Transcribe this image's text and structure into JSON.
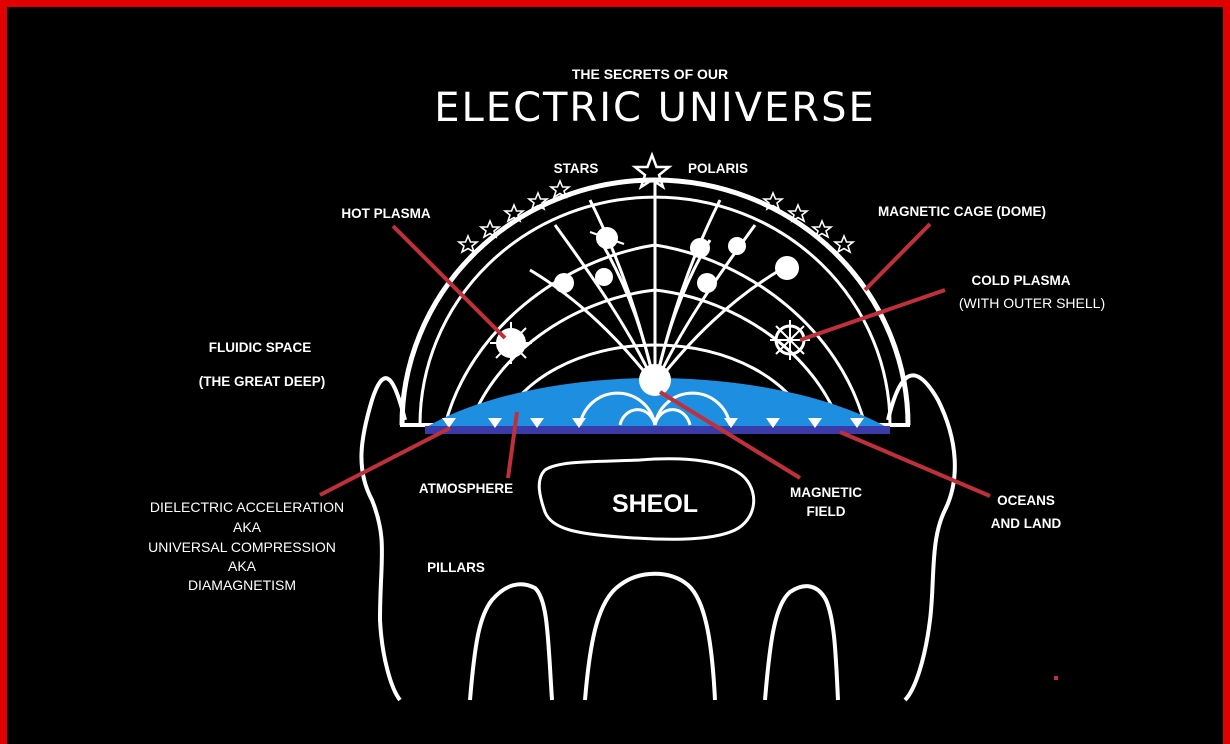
{
  "title": {
    "top": "THE SECRETS OF OUR",
    "main": "ELECTRIC UNIVERSE"
  },
  "labels": {
    "stars": "STARS",
    "polaris": "POLARIS",
    "hot_plasma": "HOT PLASMA",
    "magnetic_cage": "MAGNETIC CAGE (DOME)",
    "cold_plasma": "COLD PLASMA",
    "cold_plasma_sub": "(WITH OUTER SHELL)",
    "fluidic_space": "FLUIDIC SPACE",
    "fluidic_space_sub": "(THE GREAT DEEP)",
    "atmosphere": "ATMOSPHERE",
    "sheol": "SHEOL",
    "magnetic_field_1": "MAGNETIC",
    "magnetic_field_2": "FIELD",
    "oceans_1": "OCEANS",
    "oceans_2": "AND LAND",
    "pillars": "PILLARS",
    "dielectric": [
      "DIELECTRIC ACCELERATION",
      "AKA",
      "UNIVERSAL COMPRESSION",
      "AKA",
      "DIAMAGNETISM"
    ]
  },
  "colors": {
    "frame": "#e00000",
    "background": "#000000",
    "lines": "#ffffff",
    "pointer": "#c0303a",
    "water": "#1e8fe0",
    "ground": "#3a3aa8"
  }
}
